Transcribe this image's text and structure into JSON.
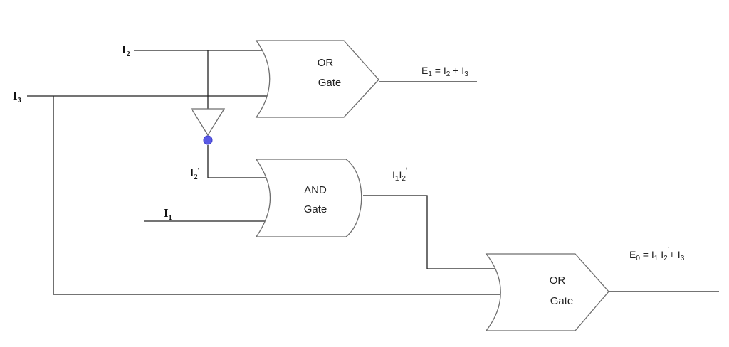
{
  "inputs": {
    "i2": {
      "main": "I",
      "sub": "2"
    },
    "i3": {
      "main": "I",
      "sub": "3"
    },
    "i1": {
      "main": "I",
      "sub": "1"
    },
    "i2_not": {
      "main": "I",
      "sub": "2",
      "prime": "′"
    }
  },
  "gates": {
    "or_top": {
      "line1": "OR",
      "line2": "Gate"
    },
    "and_mid": {
      "line1": "AND",
      "line2": "Gate"
    },
    "or_bottom": {
      "line1": "OR",
      "line2": "Gate"
    }
  },
  "outputs": {
    "e1": {
      "e": "E",
      "e_sub": "1",
      "eq": " = I",
      "a_sub": "2",
      "plus": " + I",
      "b_sub": "3"
    },
    "and_out": {
      "a": "I",
      "a_sub": "1",
      "b": "I",
      "b_sub": "2",
      "prime": "′"
    },
    "e0": {
      "e": "E",
      "e_sub": "0",
      "eq": " = I",
      "a_sub": "1",
      "mid": " I",
      "b_sub": "2",
      "prime": "′",
      "plus": "+ I",
      "c_sub": "3"
    }
  },
  "colors": {
    "wire": "#222222",
    "gate_outline": "#6e6e6e",
    "bubble": "#5a5ae6"
  }
}
